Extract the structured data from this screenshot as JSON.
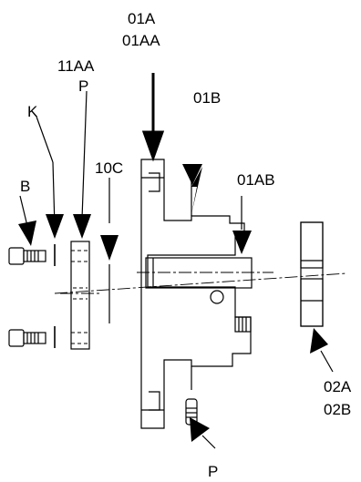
{
  "callouts": {
    "01A": "01A",
    "01AA": "01AA",
    "11AA": "11AA",
    "P_top": "P",
    "K": "K",
    "01B": "01B",
    "B": "B",
    "10C": "10C",
    "01AB": "01AB",
    "02A": "02A",
    "02B": "02B",
    "P_bottom": "P"
  }
}
